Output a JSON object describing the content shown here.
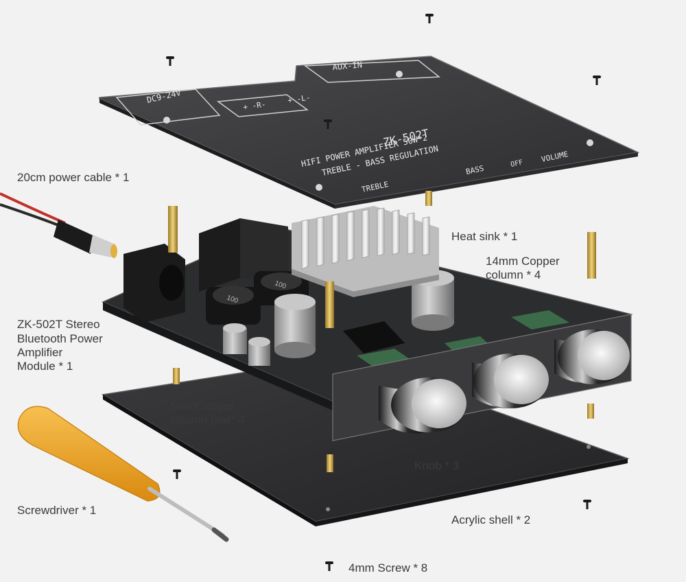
{
  "labels": {
    "power_cable": "20cm power cable * 1",
    "module_line1": "ZK-502T Stereo",
    "module_line2": "Bluetooth Power",
    "module_line3": "Amplifier",
    "module_line4": "Module * 1",
    "screwdriver": "Screwdriver * 1",
    "heat_sink": "Heat sink * 1",
    "copper14_line1": "14mm Copper",
    "copper14_line2": "column * 4",
    "copper5_line1": "5mmCopper",
    "copper5_line2": "column mat* 4",
    "knob": "Knob * 3",
    "acrylic": "Acrylic shell * 2",
    "screw": "4mm Screw * 8"
  },
  "top_panel": {
    "model": "ZK-502T",
    "line1": "HIFI POWER AMPLIFIER 50W*2",
    "line2": "TREBLE - BASS  REGULATION",
    "treble": "TREBLE",
    "bass": "BASS",
    "off": "OFF",
    "volume": "VOLUME",
    "dc_input": "DC9-24V",
    "aux_input": "AUX-IN",
    "right_channel": "+ -R-",
    "left_channel": "+ -L-"
  },
  "board": {
    "inductor1": "100",
    "inductor2": "100"
  },
  "colors": {
    "background": "#f2f2f2",
    "panel": "#3b3b3d",
    "label_text": "#3a3a3a",
    "screwdriver_handle": "#f0a020",
    "brass": "#c9a44a"
  }
}
